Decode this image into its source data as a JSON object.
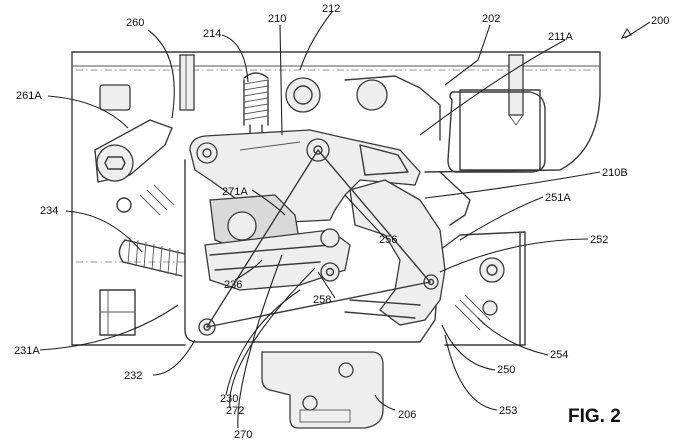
{
  "figure": {
    "label": "FIG. 2",
    "reference_numerals": [
      {
        "id": "200",
        "text": "200"
      },
      {
        "id": "202",
        "text": "202"
      },
      {
        "id": "206",
        "text": "206"
      },
      {
        "id": "210",
        "text": "210"
      },
      {
        "id": "210B",
        "text": "210B"
      },
      {
        "id": "211A",
        "text": "211A"
      },
      {
        "id": "212",
        "text": "212"
      },
      {
        "id": "214",
        "text": "214"
      },
      {
        "id": "230",
        "text": "230"
      },
      {
        "id": "231A",
        "text": "231A"
      },
      {
        "id": "232",
        "text": "232"
      },
      {
        "id": "234",
        "text": "234"
      },
      {
        "id": "236",
        "text": "236"
      },
      {
        "id": "250",
        "text": "250"
      },
      {
        "id": "251A",
        "text": "251A"
      },
      {
        "id": "252",
        "text": "252"
      },
      {
        "id": "253",
        "text": "253"
      },
      {
        "id": "254",
        "text": "254"
      },
      {
        "id": "256",
        "text": "256"
      },
      {
        "id": "258",
        "text": "258"
      },
      {
        "id": "260",
        "text": "260"
      },
      {
        "id": "261A",
        "text": "261A"
      },
      {
        "id": "270",
        "text": "270"
      },
      {
        "id": "271A",
        "text": "271A"
      },
      {
        "id": "272",
        "text": "272"
      }
    ]
  }
}
